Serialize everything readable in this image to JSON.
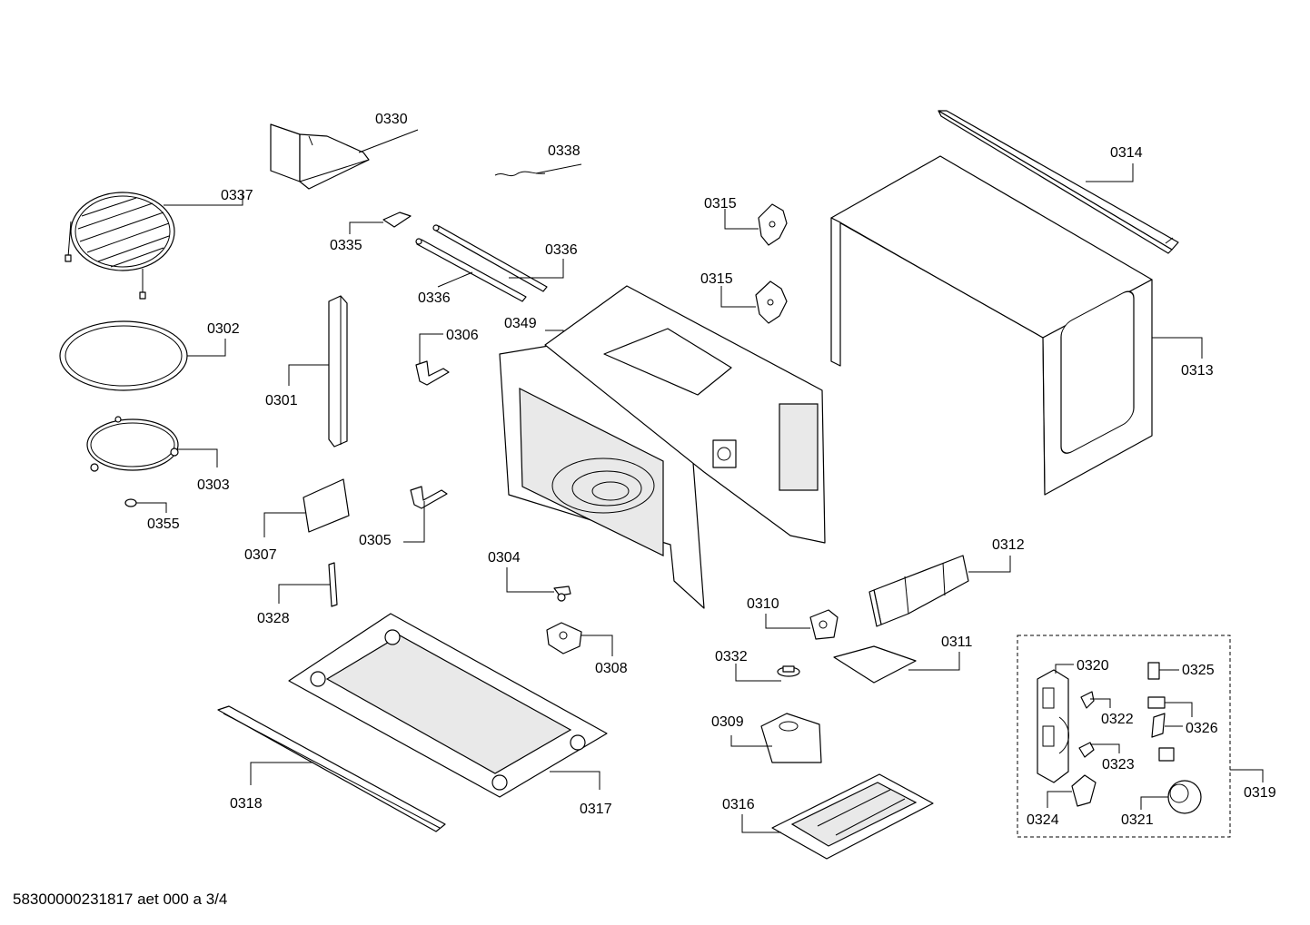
{
  "drawing": {
    "footer_code": "58300000231817 aet 000 a 3/4"
  },
  "callouts": {
    "c0330": "0330",
    "c0338": "0338",
    "c0314": "0314",
    "c0337": "0337",
    "c0335": "0335",
    "c0336a": "0336",
    "c0336b": "0336",
    "c0315a": "0315",
    "c0315b": "0315",
    "c0302": "0302",
    "c0349": "0349",
    "c0306": "0306",
    "c0313": "0313",
    "c0301": "0301",
    "c0303": "0303",
    "c0355": "0355",
    "c0307": "0307",
    "c0305": "0305",
    "c0312": "0312",
    "c0304": "0304",
    "c0328": "0328",
    "c0310": "0310",
    "c0311": "0311",
    "c0308": "0308",
    "c0332": "0332",
    "c0320": "0320",
    "c0325": "0325",
    "c0322": "0322",
    "c0326": "0326",
    "c0309": "0309",
    "c0323": "0323",
    "c0319": "0319",
    "c0318": "0318",
    "c0317": "0317",
    "c0316": "0316",
    "c0324": "0324",
    "c0321": "0321"
  }
}
